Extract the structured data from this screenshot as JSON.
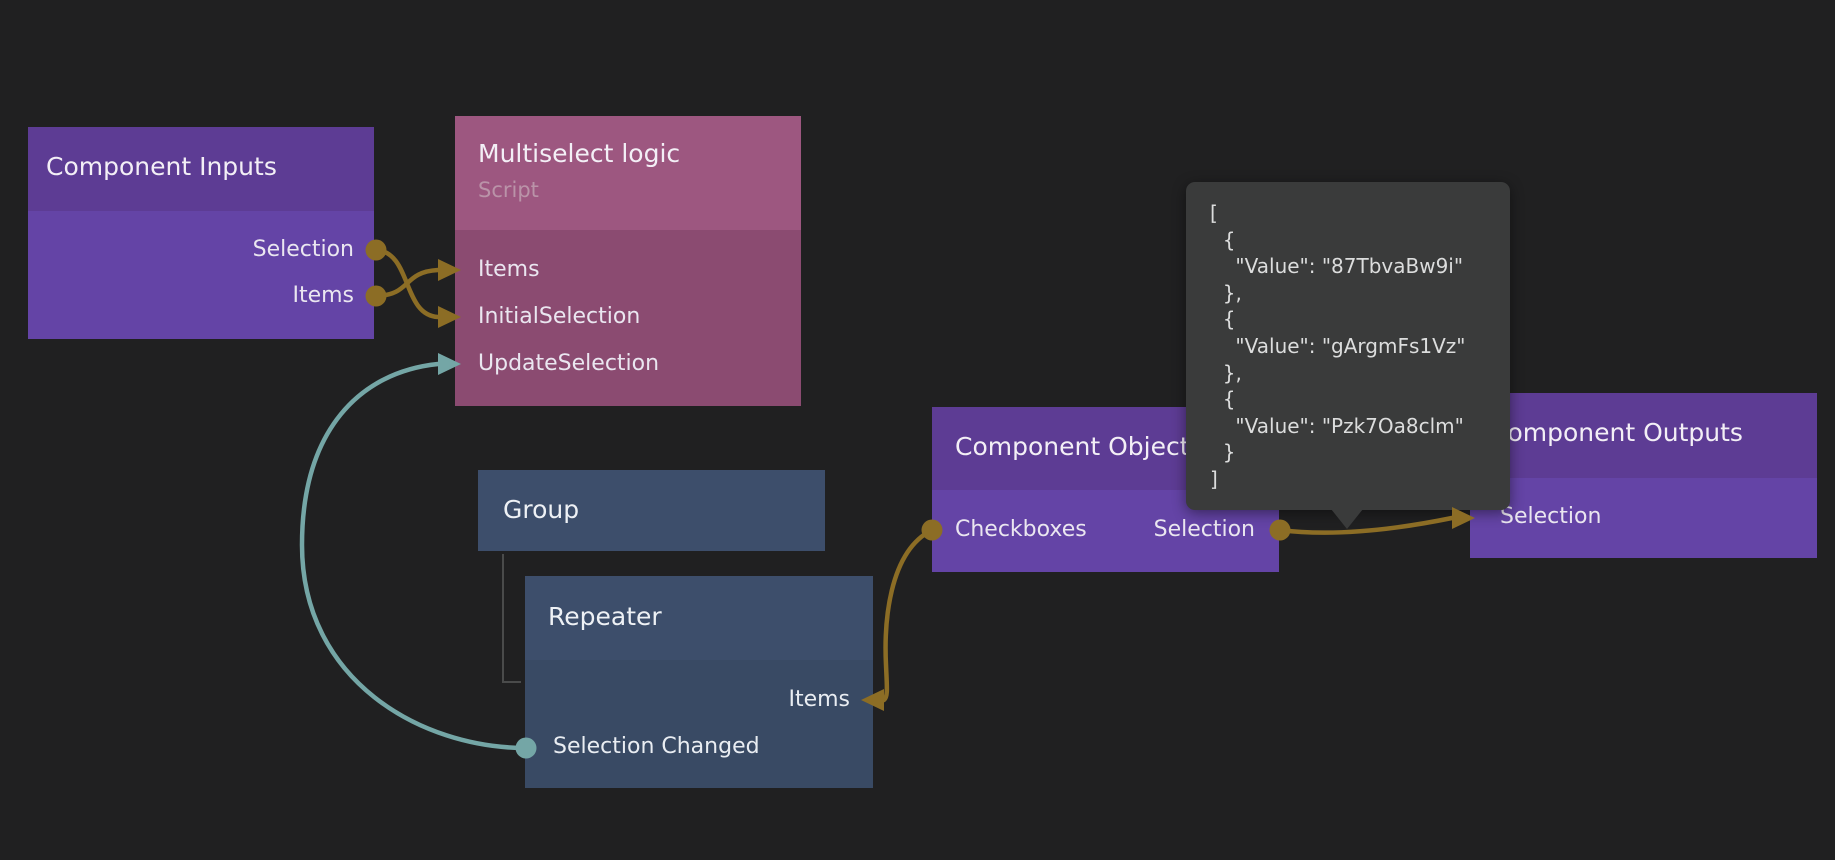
{
  "canvas": {
    "app": "node-graph-editor"
  },
  "colors": {
    "background": "#202021",
    "purple_header": "#5d3c94",
    "purple_body": "#6444a6",
    "rose_header": "#9d5780",
    "rose_body": "#8b4b71",
    "blue_header": "#3d4e6b",
    "blue_body": "#394a64",
    "gold": "#8c6d25",
    "teal": "#74a6a6",
    "tooltip_bg": "#3a3b3b",
    "hierarchy_line": "#4a4b4b"
  },
  "nodes": {
    "component_inputs": {
      "title": "Component Inputs",
      "outputs": [
        "Selection",
        "Items"
      ]
    },
    "multiselect_logic": {
      "title": "Multiselect logic",
      "subtitle": "Script",
      "inputs": [
        "Items",
        "InitialSelection",
        "UpdateSelection"
      ]
    },
    "group": {
      "title": "Group"
    },
    "repeater": {
      "title": "Repeater",
      "input": "Items",
      "output": "Selection Changed"
    },
    "component_object": {
      "title": "Component Object",
      "input": "Checkboxes",
      "output": "Selection"
    },
    "component_outputs": {
      "title": "Component Outputs",
      "input": "Selection"
    }
  },
  "tooltip": {
    "lines": [
      "[",
      "  {",
      "    \"Value\": \"87TbvaBw9i\"",
      "  },",
      "  {",
      "    \"Value\": \"gArgmFs1Vz\"",
      "  },",
      "  {",
      "    \"Value\": \"Pzk7Oa8clm\"",
      "  }",
      "]"
    ]
  }
}
